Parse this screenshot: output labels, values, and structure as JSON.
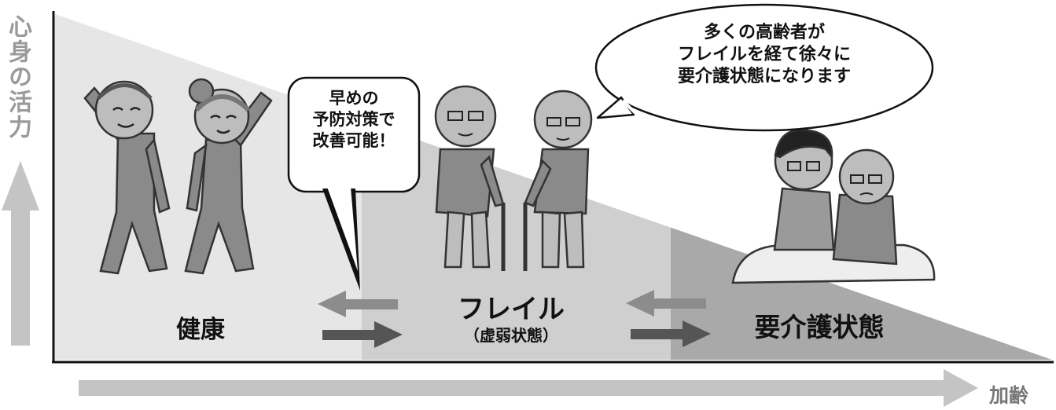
{
  "axes": {
    "y_label": "心身の活力",
    "x_label": "加齢"
  },
  "zones": {
    "healthy": "健康",
    "frailty": "フレイル",
    "frailty_sub": "（虚弱状態）",
    "care": "要介護状態"
  },
  "callouts": {
    "left": [
      "早めの",
      "予防対策で",
      "改善可能！"
    ],
    "right": [
      "多くの高齢者が",
      "フレイルを経て徐々に",
      "要介護状態になります"
    ]
  },
  "colors": {
    "zone_healthy": "#e6e6e6",
    "zone_frailty": "#cfcfcf",
    "zone_care": "#a9a9a9",
    "arrow_back": "#8c8c8c",
    "arrow_forward": "#555555",
    "axis_arrow": "#c4c4c4"
  },
  "icons": [
    "exercising-elderly-man-icon",
    "exercising-elderly-woman-icon",
    "elderly-couple-with-canes-icon",
    "caregiver-with-elderly-woman-icon"
  ]
}
